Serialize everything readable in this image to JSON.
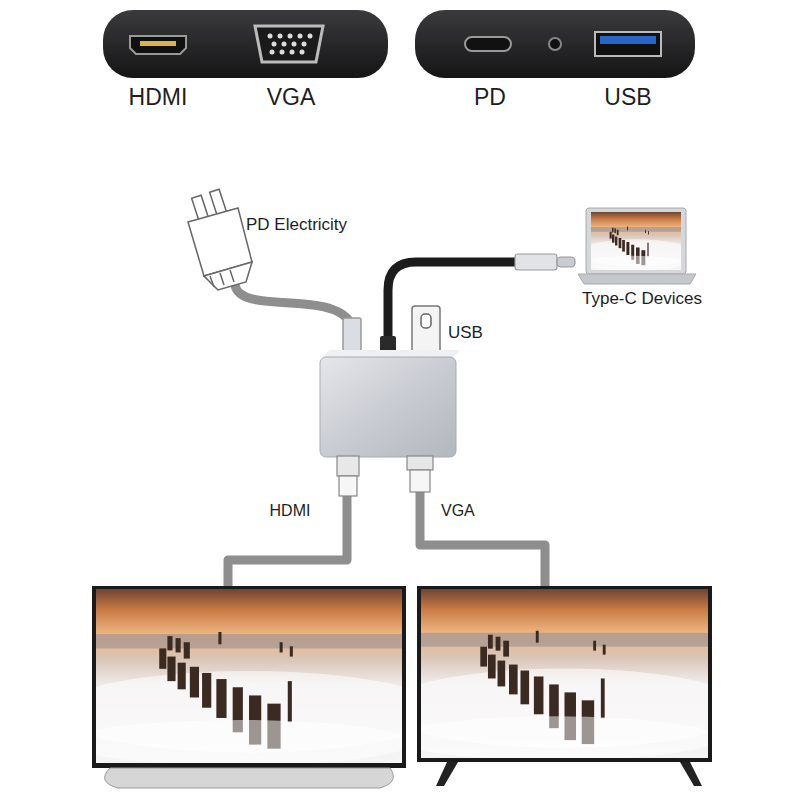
{
  "diagram": {
    "labels": [
      "HDMI",
      "VGA",
      "PD",
      "USB",
      "PD Electricity",
      "USB",
      "Type-C Devices",
      "HDMI",
      "VGA"
    ]
  }
}
